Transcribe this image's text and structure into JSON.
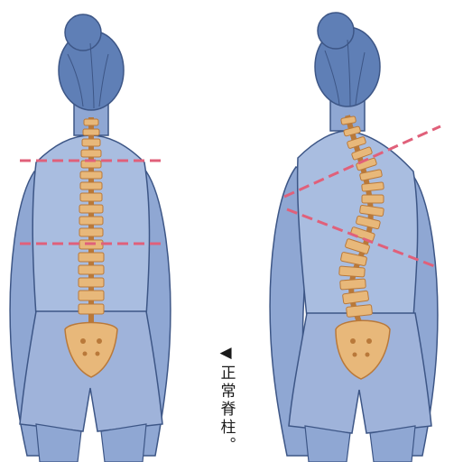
{
  "caption": {
    "arrow_icon": "left-pointing-triangle",
    "text": "正常脊柱。"
  },
  "figures": [
    {
      "name": "normal-spine-figure",
      "shoulder_lines": 2
    },
    {
      "name": "scoliosis-spine-figure",
      "shoulder_lines": 2
    }
  ],
  "colors": {
    "hair": "#5f7fb6",
    "skin": "#8fa7d3",
    "shirt": "#a9bde0",
    "shorts": "#9fb3da",
    "outline": "#3d5686",
    "bone": "#e8b87a",
    "bone_dark": "#b9793a",
    "guide_line": "#e0607a"
  }
}
